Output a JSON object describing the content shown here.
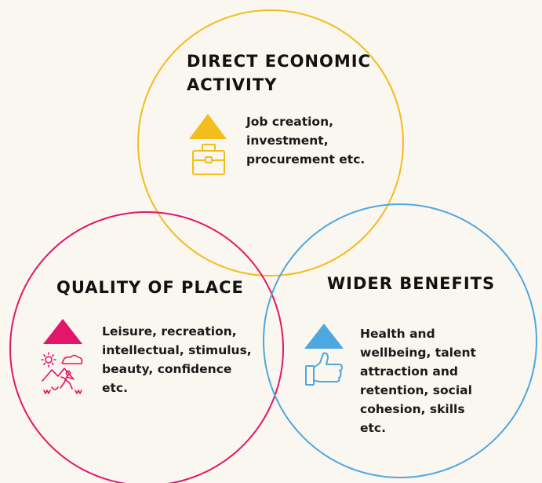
{
  "colors": {
    "background": "#faf6f0",
    "economic": "#f2bd1d",
    "place": "#e2166a",
    "wider": "#4ea8df",
    "text": "#111111"
  },
  "circles": {
    "economic": {
      "title": "DIRECT ECONOMIC ACTIVITY",
      "body": "Job creation, investment, procurement etc.",
      "icon": "briefcase-icon"
    },
    "place": {
      "title": "QUALITY OF PLACE",
      "body": "Leisure, recreation, intellectual, stimulus, beauty, confidence etc.",
      "icon": "landscape-walker-icon"
    },
    "wider": {
      "title": "WIDER BENEFITS",
      "body": "Health and wellbeing, talent attraction and retention, social cohesion, skills etc.",
      "icon": "thumbs-up-icon"
    }
  }
}
